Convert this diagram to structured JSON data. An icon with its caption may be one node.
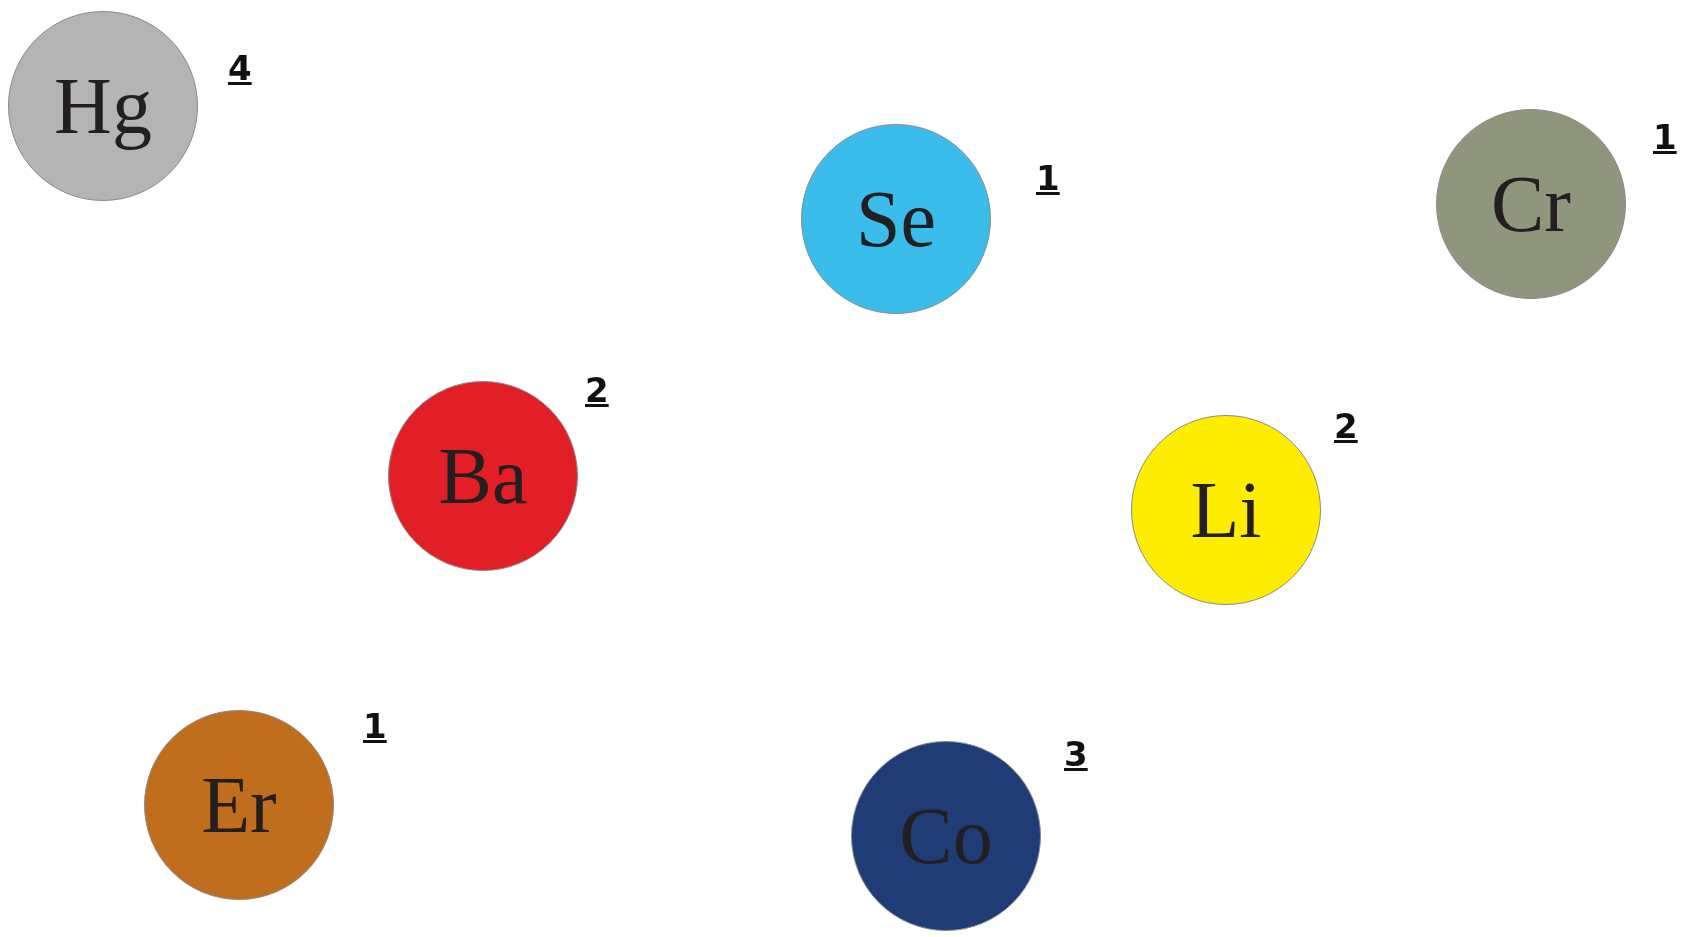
{
  "diagram": {
    "nodes": [
      {
        "text": [
          "Hg"
        ],
        "beside": [
          "4"
        ]
      },
      {
        "text": [
          "Se"
        ],
        "beside": [
          "1"
        ]
      },
      {
        "text": [
          "Cr"
        ],
        "beside": [
          "1"
        ]
      },
      {
        "text": [
          "Ba"
        ],
        "beside": [
          "2"
        ]
      },
      {
        "text": [
          "Li"
        ],
        "beside": [
          "2"
        ]
      },
      {
        "text": [
          "Er"
        ],
        "beside": [
          "1"
        ]
      },
      {
        "text": [
          "Co"
        ],
        "beside": [
          "3"
        ]
      }
    ]
  }
}
